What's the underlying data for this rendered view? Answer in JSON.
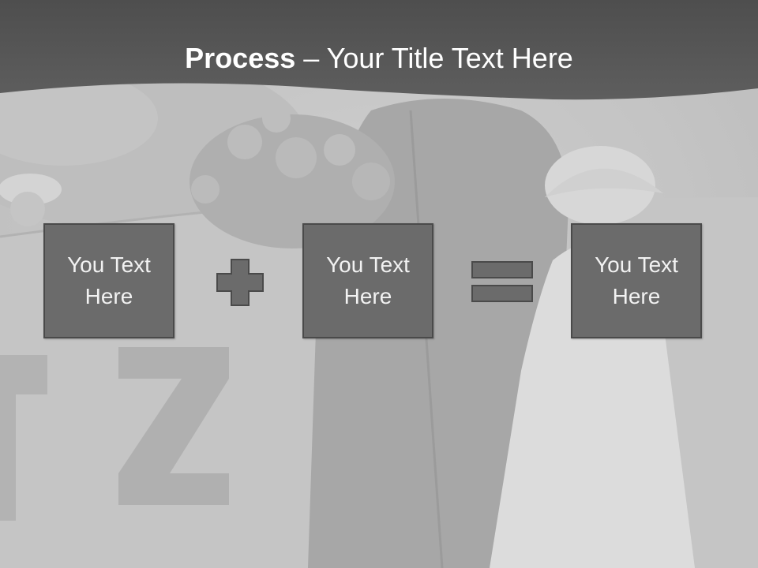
{
  "slide": {
    "title_bold": "Process",
    "title_dash": " – ",
    "title_rest": "Your Title Text Here"
  },
  "process": {
    "boxes": [
      {
        "text": "You Text Here"
      },
      {
        "text": "You Text Here"
      },
      {
        "text": "You Text Here"
      }
    ],
    "operators": [
      "plus-icon",
      "equals-icon"
    ]
  },
  "colors": {
    "header": "#555555",
    "box_fill": "#6b6b6b",
    "box_border": "#4a4a4a",
    "operator_fill": "#6b6b6b",
    "text": "#ffffff"
  }
}
